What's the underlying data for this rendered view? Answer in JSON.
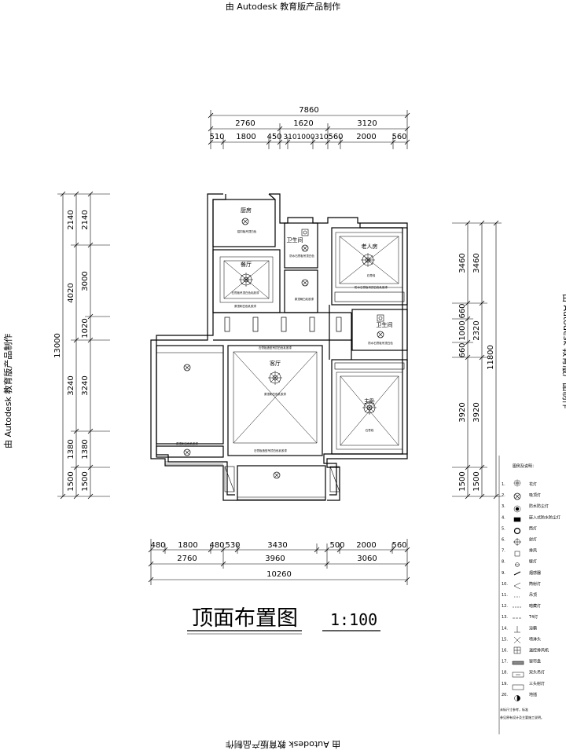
{
  "watermark": "由 Autodesk 教育版产品制作",
  "title": "顶面布置图",
  "scale": "1:100",
  "dims": {
    "top_total": "7860",
    "top_mid": [
      "2760",
      "1620",
      "3120"
    ],
    "top_small": [
      "510",
      "1800",
      "450",
      "310",
      "1000",
      "310",
      "560",
      "2000",
      "560"
    ],
    "bottom_small": [
      "480",
      "1800",
      "480",
      "530",
      "3430",
      "500",
      "2000",
      "560"
    ],
    "bottom_mid": [
      "2760",
      "3960",
      "3060"
    ],
    "bottom_total": "10260",
    "left_total": "13000",
    "left_mid": [
      "2140",
      "4020",
      "3240",
      "1380",
      "1500"
    ],
    "left_inner": [
      "2140",
      "3000",
      "1020",
      "3240",
      "1380",
      "1500"
    ],
    "right_total": "11800",
    "right_mid": [
      "3460",
      "2320",
      "3920",
      "1500"
    ],
    "right_inner": [
      "3460",
      "660",
      "1000",
      "660",
      "3920",
      "1500"
    ]
  },
  "rooms": {
    "kitchen": "厨房",
    "bath1": "卫生间",
    "dining": "餐厅",
    "elder": "老人房",
    "bath2": "卫生间",
    "living": "客厅",
    "master": "主卧"
  },
  "notes": {
    "n1": "铝扣板吊顶白色",
    "n2": "防水石膏板吊顶白色",
    "n3": "石膏板吊顶白色乳胶漆",
    "n4": "原顶刷白乳胶漆",
    "n5": "原顶刷白色乳胶漆",
    "n6": "石膏线",
    "n7": "防水石膏板吊顶白色乳胶漆",
    "n8": "防水石膏板吊顶白色",
    "n9": "石膏板造型吊顶白色乳胶漆",
    "n10": "原顶刷白色乳胶漆",
    "n11": "石膏板造型吊顶白色乳胶漆",
    "n12": "石膏线",
    "n13": "原顶刷白色乳胶漆"
  },
  "legend": {
    "heading": "图例及说明：",
    "items": [
      {
        "no": "1.",
        "text": "花灯"
      },
      {
        "no": "2.",
        "text": "吸顶灯"
      },
      {
        "no": "3.",
        "text": "防水防尘灯"
      },
      {
        "no": "4.",
        "text": "嵌入式防水防尘灯"
      },
      {
        "no": "5.",
        "text": "筒灯"
      },
      {
        "no": "6.",
        "text": "射灯"
      },
      {
        "no": "7.",
        "text": "排风"
      },
      {
        "no": "8.",
        "text": "壁灯"
      },
      {
        "no": "9.",
        "text": "烟感器"
      },
      {
        "no": "10.",
        "text": "筒射灯"
      },
      {
        "no": "11.",
        "text": "吊顶"
      },
      {
        "no": "12.",
        "text": "暗藏灯"
      },
      {
        "no": "13.",
        "text": "T4灯"
      },
      {
        "no": "14.",
        "text": "浴霸"
      },
      {
        "no": "15.",
        "text": "喷淋头"
      },
      {
        "no": "16.",
        "text": "温控排风机"
      },
      {
        "no": "17.",
        "text": "窗帘盒"
      },
      {
        "no": "18.",
        "text": "双头吊灯"
      },
      {
        "no": "19.",
        "text": "三头射灯"
      },
      {
        "no": "20.",
        "text": "地插"
      }
    ],
    "footnote1": "未标尺寸参考，标准",
    "footnote2": "参见原有设计及主要施工说明。"
  },
  "colors": {
    "line": "#000000",
    "bg": "#ffffff"
  }
}
